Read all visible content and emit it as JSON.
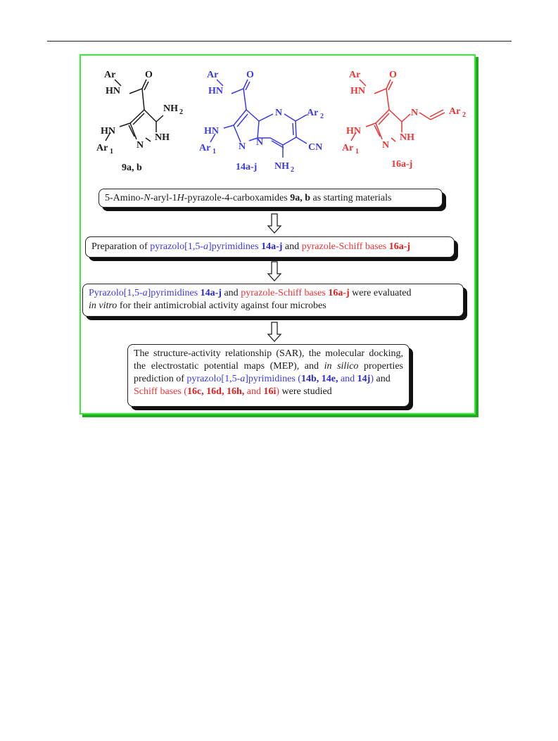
{
  "compounds": {
    "c9": {
      "label": "9a, b",
      "color": "#1a1a1a"
    },
    "c14": {
      "label": "14a-j",
      "color": "#3a3ae6"
    },
    "c16": {
      "label": "16a-j",
      "color": "#ee3333"
    }
  },
  "atoms": {
    "ar": "Ar",
    "hn": "HN",
    "o": "O",
    "nh2": "NH",
    "sub2": "2",
    "ar1": "Ar",
    "sub1": "1",
    "n": "N",
    "nh": "NH",
    "cn": "CN",
    "ar2": "Ar"
  },
  "steps": {
    "step1": {
      "p1": "5-Amino-",
      "n_italic": "N",
      "p2": "-aryl-1",
      "h_italic": "H",
      "p3": "-pyrazole-4-carboxamides ",
      "bold": "9a, b",
      "p4": " as starting materials"
    },
    "step2": {
      "p1": "Preparation of ",
      "blue1": "pyrazolo[1,5-",
      "a_italic": "a",
      "blue2": "]pyrimidines ",
      "bold1": "14a-j",
      "p2": " and ",
      "red1": "pyrazole-Schiff bases ",
      "bold2": "16a-j"
    },
    "step3": {
      "blue1": "Pyrazolo[1,5-",
      "a_italic": "a",
      "blue2": "]pyrimidines ",
      "bold1": "14a-j",
      "p1": " and ",
      "red1": "pyrazole-Schiff bases ",
      "bold2": "16a-j",
      "p2": " were evaluated",
      "i1": "in vitro",
      "p3": " for their antimicrobial activity against four microbes"
    },
    "step4": {
      "p1": "The structure-activity relationship (SAR), the molecular docking, the electrostatic potential maps (MEP), and ",
      "i1": "in silico",
      "p2": " properties prediction of ",
      "blue1": "pyrazolo[1,5-",
      "a_italic": "a",
      "blue2": "]pyrimidines (",
      "bb1": "14b, 14e,",
      "blue3": " and ",
      "bb2": "14j",
      "blue4": ")",
      "p3": " and ",
      "red1": "Schiff bases (",
      "br1": "16c, 16d, 16h,",
      "red2": " and ",
      "br2": "16i",
      "red3": ")",
      "p4": " were studied"
    }
  },
  "colors": {
    "frame": "#33ee33",
    "blue": "#3a3ae6",
    "red": "#ee3333"
  }
}
